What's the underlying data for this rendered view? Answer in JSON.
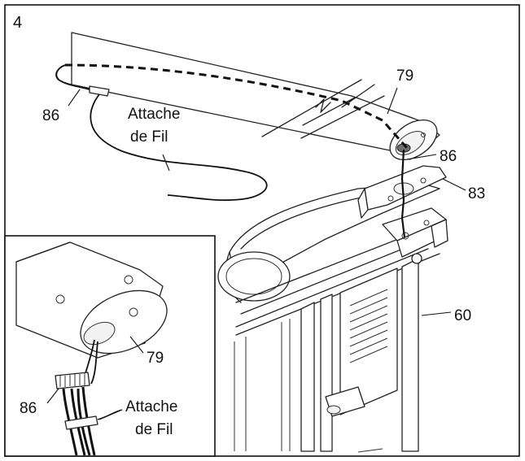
{
  "figure": {
    "step_number": "4",
    "main_view": {
      "label_upright": "79",
      "label_wire_upper": "86",
      "label_wire_left": "86",
      "label_bracket": "83",
      "label_frame": "60",
      "wire_tie_line1": "Attache",
      "wire_tie_line2": "de Fil"
    },
    "inset_view": {
      "label_upright": "79",
      "label_wire": "86",
      "wire_tie_line1": "Attache",
      "wire_tie_line2": "de Fil"
    }
  }
}
